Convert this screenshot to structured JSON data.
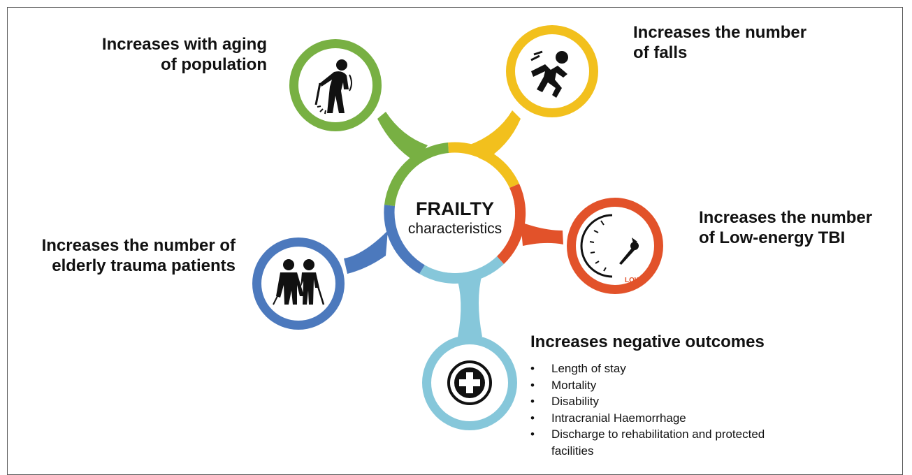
{
  "center": {
    "title": "FRAILTY",
    "subtitle": "characteristics"
  },
  "nodes": {
    "aging": {
      "line1": "Increases with aging",
      "line2": "of population",
      "color": "#78b043",
      "icon": "elderly-cane-icon"
    },
    "falls": {
      "line1": "Increases the number",
      "line2": "of falls",
      "color": "#f2c01d",
      "icon": "falling-person-icon"
    },
    "tbi": {
      "line1": "Increases the number",
      "line2": "of Low-energy TBI",
      "color": "#e2522a",
      "icon": "low-gauge-icon",
      "gauge_label": "LOW"
    },
    "trauma": {
      "line1": "Increases the number of",
      "line2": "elderly trauma patients",
      "color": "#4c79bd",
      "icon": "elderly-couple-icon"
    },
    "outcomes": {
      "heading": "Increases negative outcomes",
      "color": "#86c7da",
      "icon": "medical-cross-icon",
      "items": [
        "Length of stay",
        "Mortality",
        "Disability",
        "Intracranial Haemorrhage",
        "Discharge to rehabilitation and protected",
        "facilities"
      ]
    }
  }
}
